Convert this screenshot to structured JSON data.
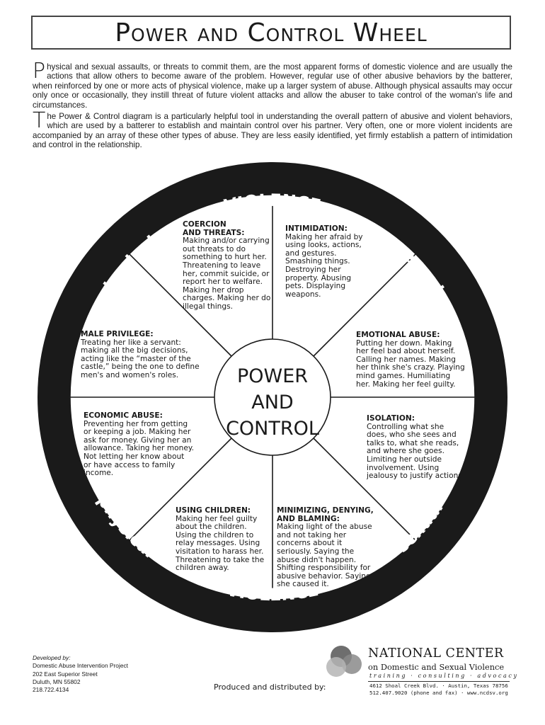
{
  "title": "Power and Control Wheel",
  "intro": {
    "p1_dropcap": "P",
    "p1_text": "hysical and sexual assaults, or threats to commit them, are the most apparent forms of domestic violence and are usually the actions that allow others to become aware of the problem.  However, regular use of other abusive behaviors by the batterer, when reinforced by one or more acts of physical violence, make up a larger system of abuse.  Although physical assaults may occur only once or occasionally, they instill threat of future violent attacks and allow the abuser to take control of the woman's life and circumstances.",
    "p2_dropcap": "T",
    "p2_text": "he Power & Control diagram is a particularly helpful tool in understanding the overall pattern of abusive and violent behaviors, which are used by a batterer to establish and maintain control over his partner.  Very often, one or more violent incidents are accompanied by an array of these other types of abuse.  They are less easily identified, yet firmly establish a pattern of intimidation and control in the relationship."
  },
  "wheel": {
    "rim_top": "VIOLENCE",
    "rim_bottom": "VIOLENCE",
    "rim_top_left": "physical",
    "rim_top_right": "sexual",
    "rim_bottom_left": "physical",
    "rim_bottom_right": "sexual",
    "center_line1": "POWER",
    "center_line2": "AND",
    "center_line3": "CONTROL",
    "colors": {
      "rim": "#1a1a1a",
      "lines": "#1a1a1a",
      "background": "#ffffff"
    },
    "spokes": [
      {
        "heading": "COERCION AND THREATS:",
        "body": "Making and/or carrying out threats to do something to hurt her. Threatening to leave her, commit suicide, or report her to welfare.  Making her drop charges. Making her do illegal things."
      },
      {
        "heading": "INTIMIDATION:",
        "body": "Making her afraid by using looks, actions, and gestures.  Smashing things.  Destroying her property.  Abusing pets. Displaying weapons."
      },
      {
        "heading": "EMOTIONAL ABUSE:",
        "body": "Putting her down.  Making her feel bad about herself. Calling her names.  Making her think she's crazy.  Playing mind games.  Humiliating her. Making her feel guilty."
      },
      {
        "heading": "ISOLATION:",
        "body": "Controlling what she does, who she sees and talks to, what she reads, and where she goes.  Limiting her outside involvement. Using jealousy to justify actions."
      },
      {
        "heading": "MINIMIZING, DENYING, AND BLAMING:",
        "body": "Making light of the abuse and not taking her concerns about it seriously.  Saying the abuse didn't happen. Shifting responsibility for abusive behavior.  Saying she caused it."
      },
      {
        "heading": "USING CHILDREN:",
        "body": "Making her feel guilty about the children.  Using the children to relay messages.  Using visitation to harass her. Threatening to take the children away."
      },
      {
        "heading": "ECONOMIC ABUSE:",
        "body": "Preventing her from getting or keeping a job.  Making her ask for money.  Giving her an allowance.  Taking her money. Not letting her know about or have access to family income."
      },
      {
        "heading": "MALE PRIVILEGE:",
        "body": "Treating her like a servant: making all the big decisions, acting like the “master of the castle,” being the one to define men's and women's roles."
      }
    ]
  },
  "footer": {
    "developed_by": "Developed by:",
    "org": "Domestic Abuse Intervention Project",
    "street": "202 East Superior Street",
    "city": "Duluth, MN 55802",
    "phone": "218.722.4134",
    "produced": "Produced and distributed by:",
    "nc_name": "NATIONAL CENTER",
    "nc_sub": "on Domestic and Sexual Violence",
    "nc_tag": "training  ·  consulting  ·  advocacy",
    "nc_addr1": "4612 Shoal Creek Blvd.  ·  Austin, Texas 78756",
    "nc_addr2": "512.407.9020 (phone and fax)  ·  www.ncdsv.org"
  }
}
